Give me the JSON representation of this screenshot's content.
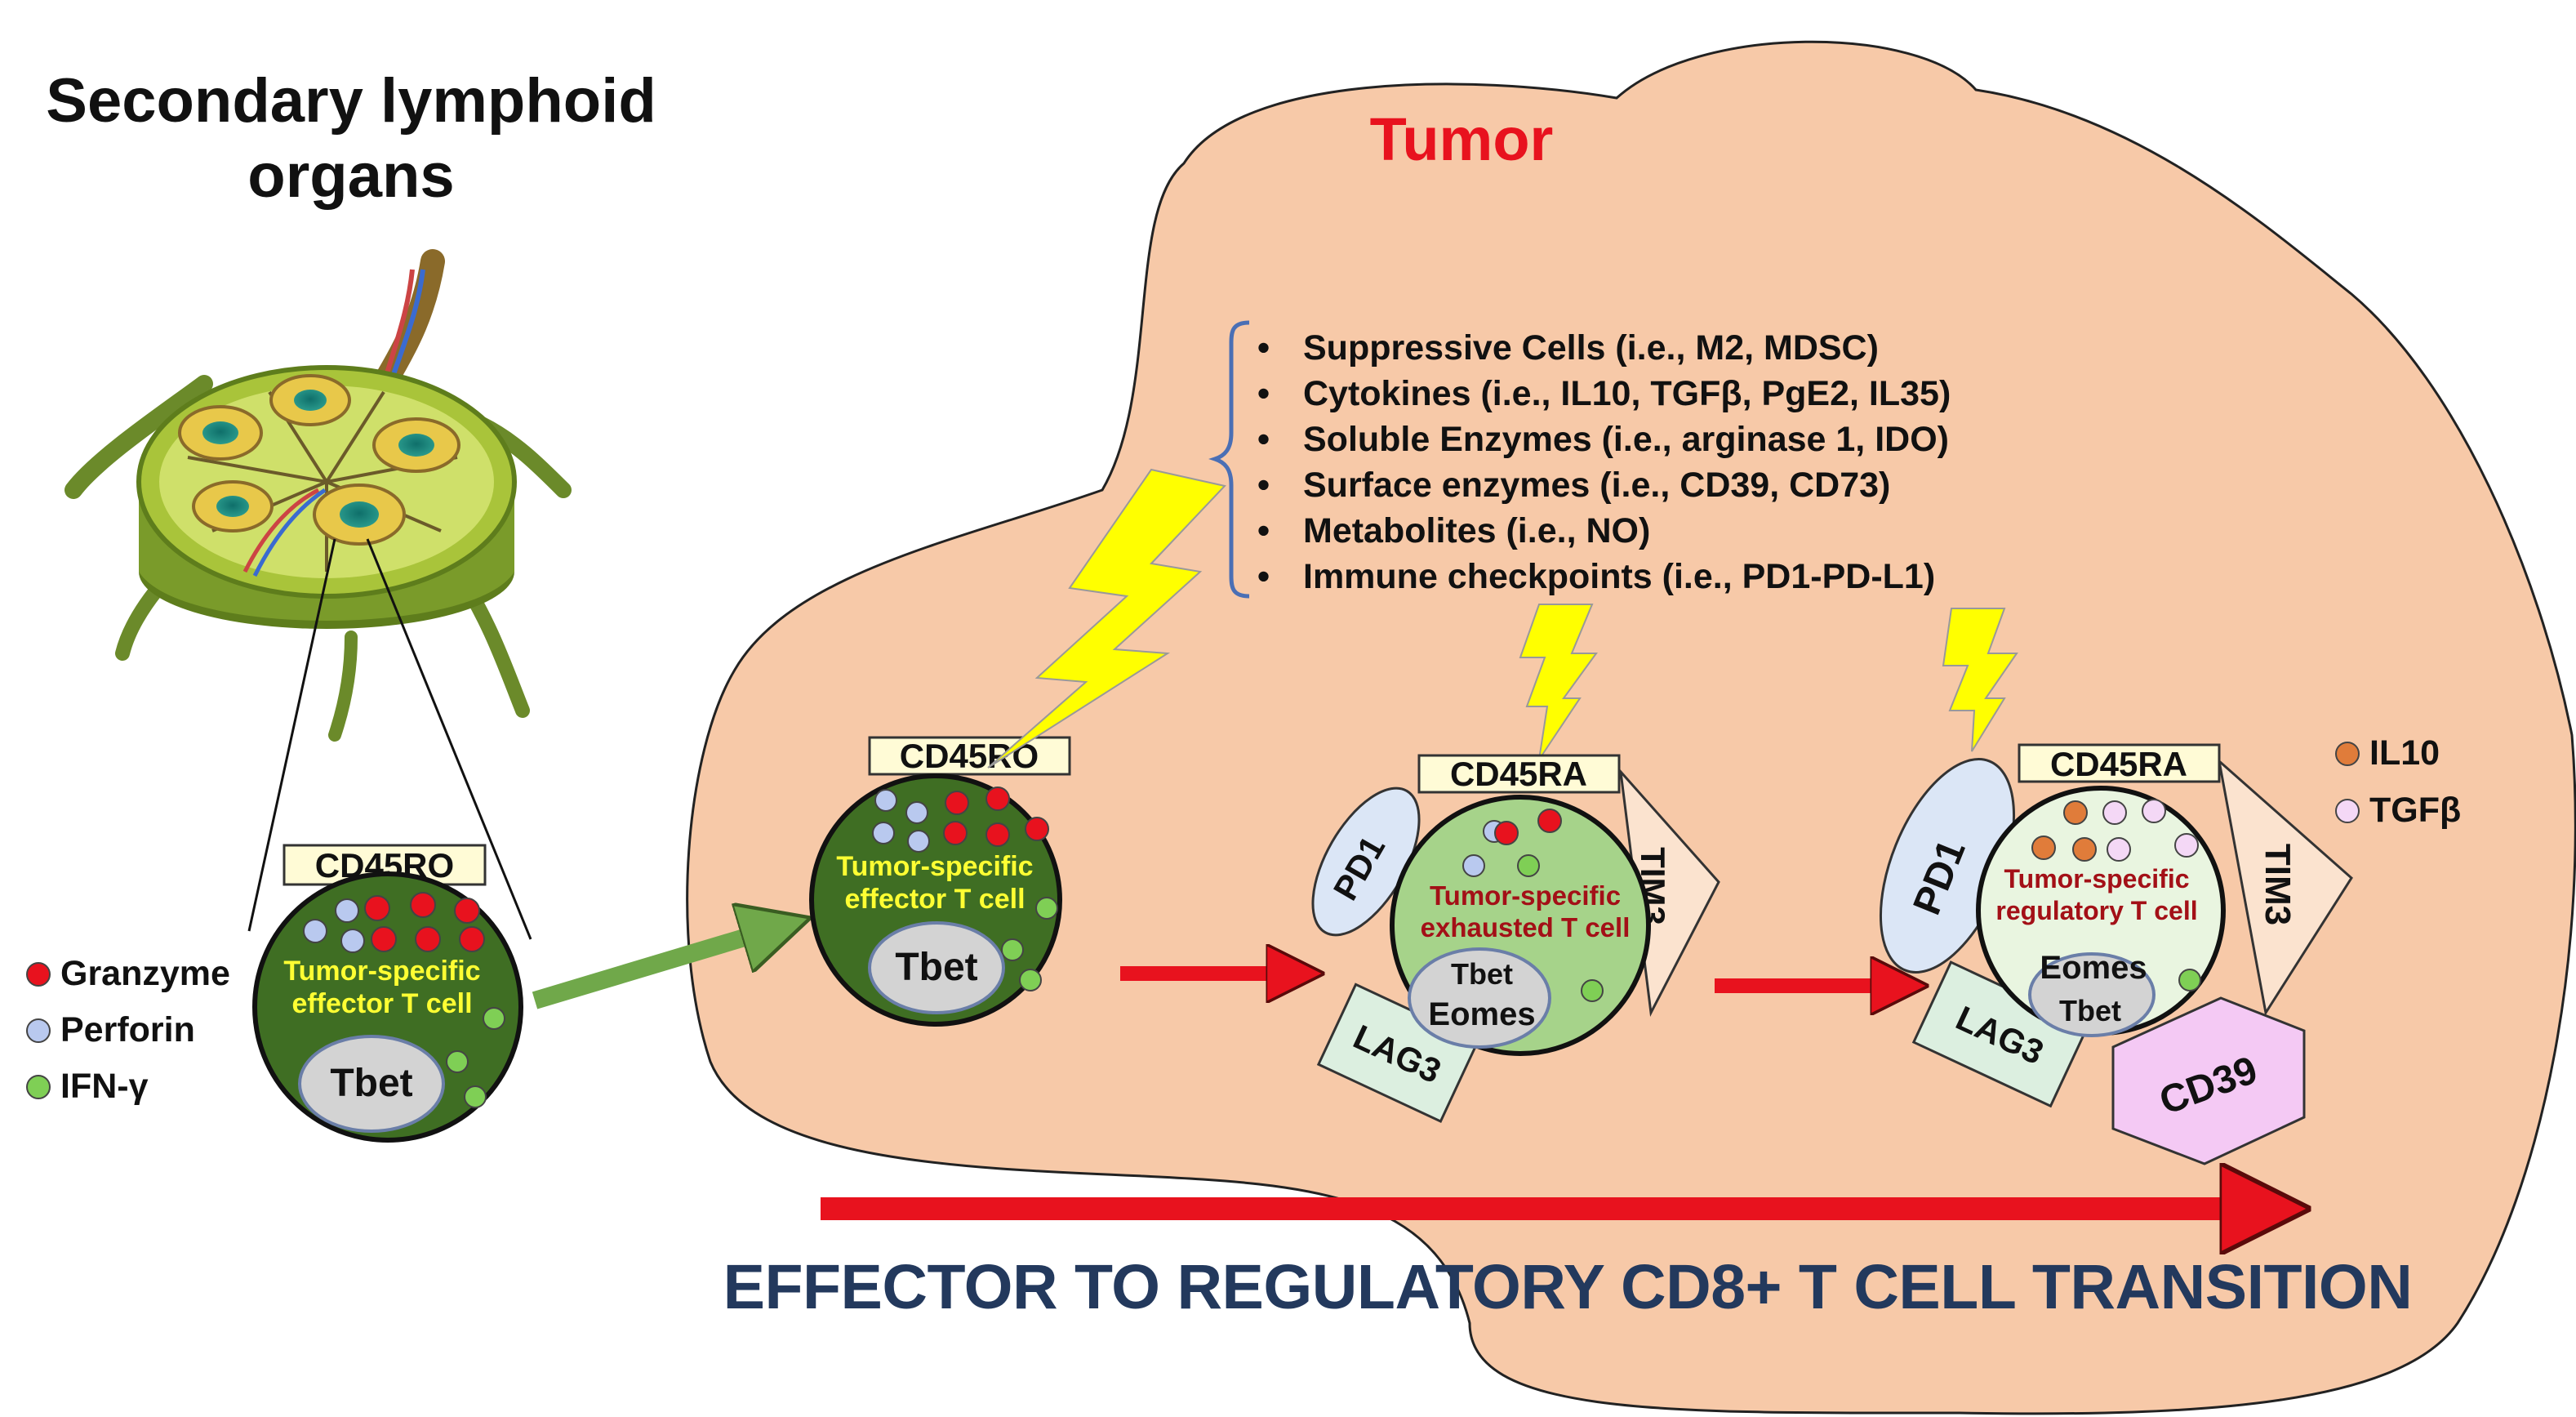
{
  "title": "Secondary lymphoid organs",
  "tumor_label": "Tumor",
  "legend_left": [
    {
      "label": "Granzyme",
      "color": "#e8121e"
    },
    {
      "label": "Perforin",
      "color": "#b9c9ef"
    },
    {
      "label": "IFN-γ",
      "color": "#7fcf55"
    }
  ],
  "legend_right": [
    {
      "label": "IL10",
      "color": "#e07c3a"
    },
    {
      "label": "TGFβ",
      "color": "#f4d8f6"
    }
  ],
  "suppressive_factors": [
    "Suppressive Cells (i.e., M2, MDSC)",
    "Cytokines (i.e., IL10, TGFβ, PgE2, IL35)",
    "Soluble Enzymes (i.e., arginase 1, IDO)",
    "Surface enzymes (i.e., CD39, CD73)",
    "Metabolites (i.e., NO)",
    "Immune checkpoints (i.e., PD1-PD-L1)"
  ],
  "cells": {
    "lymphoid_effector": {
      "marker": "CD45RO",
      "line1": "Tumor-specific",
      "line2": "effector T cell",
      "tf": "Tbet"
    },
    "tumor_effector": {
      "marker": "CD45RO",
      "line1": "Tumor-specific",
      "line2": "effector T cell",
      "tf": "Tbet"
    },
    "exhausted": {
      "marker": "CD45RA",
      "line1": "Tumor-specific",
      "line2": "exhausted T cell",
      "tf1": "Tbet",
      "tf2": "Eomes",
      "receptors": [
        "PD1",
        "TIM3",
        "LAG3"
      ]
    },
    "regulatory": {
      "marker": "CD45RA",
      "line1": "Tumor-specific",
      "line2": "regulatory T cell",
      "tf1": "Eomes",
      "tf2": "Tbet",
      "receptors": [
        "PD1",
        "TIM3",
        "LAG3",
        "CD39"
      ]
    }
  },
  "bottom_title": "EFFECTOR TO REGULATORY CD8+ T CELL TRANSITION",
  "colors": {
    "tumor_fill": "#f7c9a8",
    "dark_green": "#3f6e23",
    "light_green": "#a6d38a",
    "pale_green": "#e9f5e0",
    "arrow_red": "#e8121e",
    "arrow_green": "#70a84a",
    "lightning": "#ffff00",
    "navy_text": "#23395d",
    "red_text": "#a31017",
    "yellow_text": "#ffff33"
  }
}
